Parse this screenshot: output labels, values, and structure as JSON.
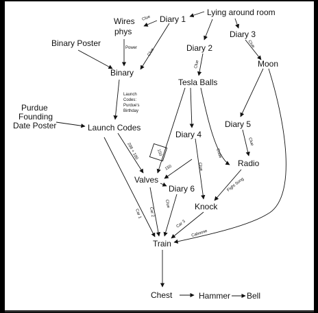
{
  "nodes": {
    "lying_around_room": "Lying around room",
    "diary_1": "Diary 1",
    "wires_phys_line1": "Wires",
    "wires_phys_line2": "phys",
    "binary_poster": "Binary Poster",
    "diary_3": "Diary 3",
    "diary_2": "Diary 2",
    "moon": "Moon",
    "binary": "Binary",
    "tesla_balls": "Tesla Balls",
    "purdue_poster_line1": "Purdue",
    "purdue_poster_line2": "Founding",
    "purdue_poster_line3": "Date Poster",
    "launch_codes": "Launch Codes",
    "diary_5": "Diary 5",
    "diary_4": "Diary 4",
    "radio": "Radio",
    "valves": "Valves",
    "diary_6": "Diary 6",
    "knock": "Knock",
    "train": "Train",
    "chest": "Chest",
    "hammer": "Hammer",
    "bell": "Bell"
  },
  "edge_labels": {
    "clue_d1_wires": "Clue",
    "clue_d3_moon": "Clue",
    "clue_d2_tesla": "Clue",
    "power": "Power",
    "clue_d1_binary": "Clue",
    "launch_codes_line1": "Launch",
    "launch_codes_line2": "Codes:",
    "launch_codes_line3": "Purdue's",
    "launch_codes_line4": "Birthday",
    "num_208_100": "208 + 100",
    "num_150_box": "150",
    "num_150": "150",
    "code": "Code",
    "clue_d5_radio": "Clue",
    "clue_d4_knock": "Clue",
    "fight_song": "Fight Song",
    "car_1": "Car 1",
    "car_2": "Car 2",
    "clue_d6_train": "Clue",
    "car_3": "Car 3",
    "caboose": "Caboose"
  }
}
